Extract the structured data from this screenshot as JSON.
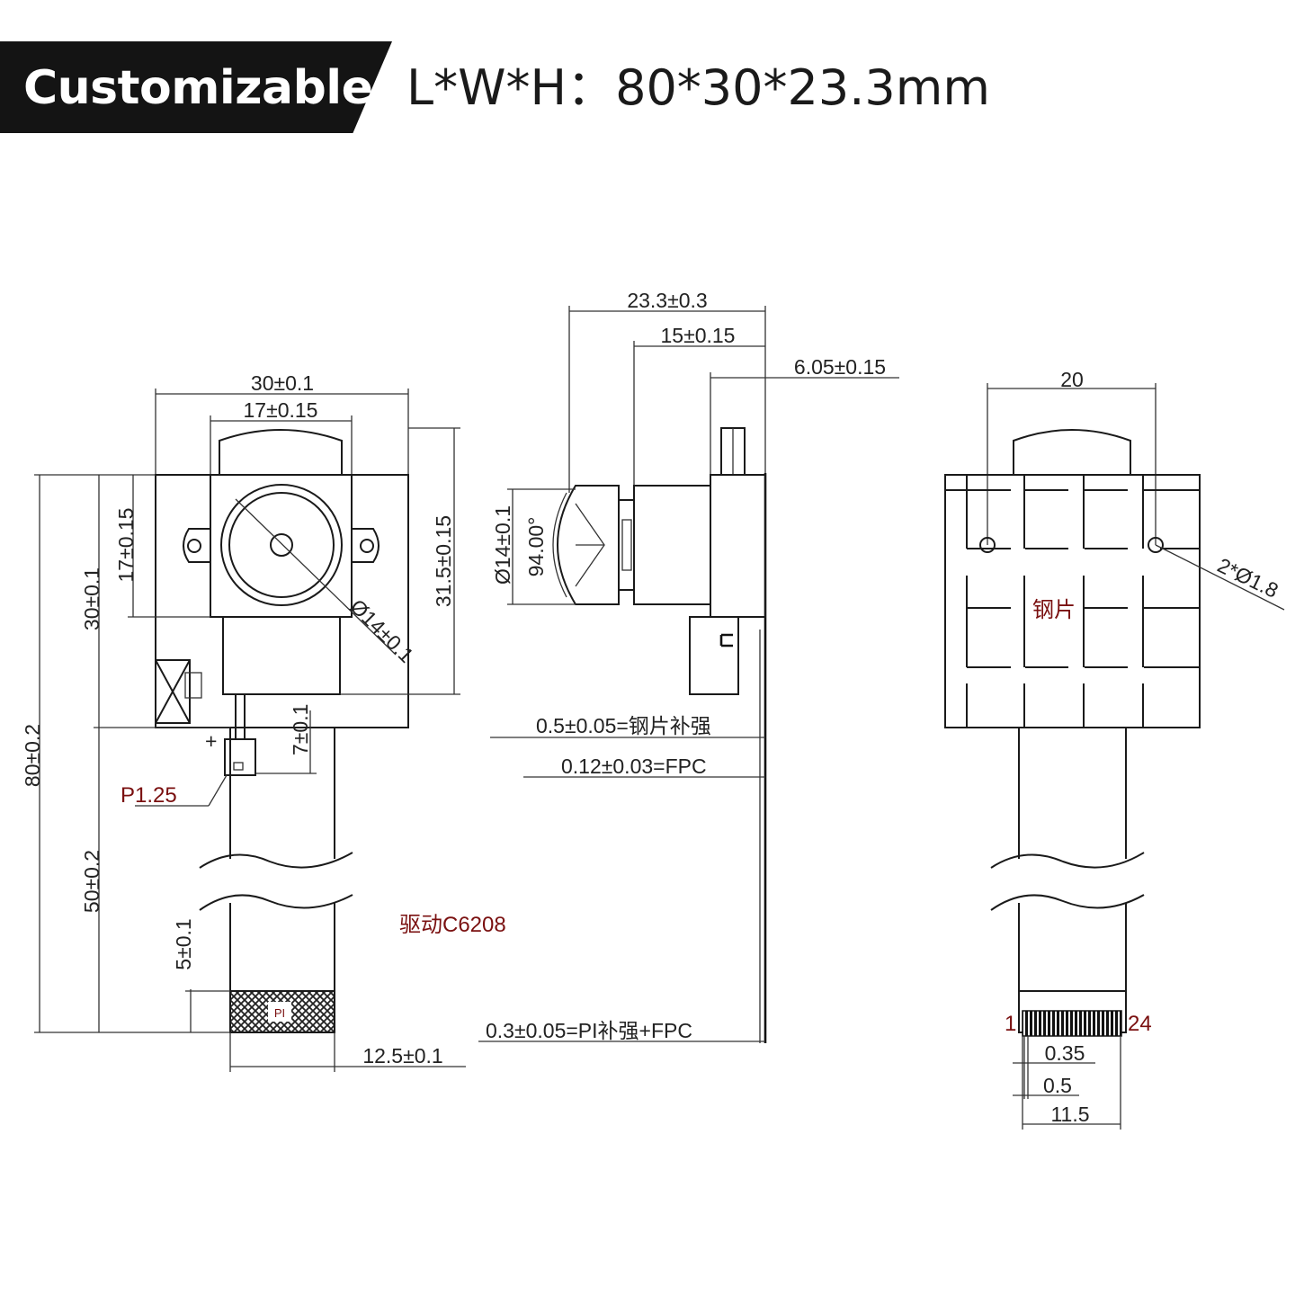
{
  "header": {
    "badge": "Customizable",
    "dimensions": "L*W*H：80*30*23.3mm"
  },
  "colors": {
    "badge_bg": "#141414",
    "line": "#1a1a1a",
    "red_label": "#7a1010"
  },
  "front_view": {
    "dim_width": "30±0.1",
    "dim_lens_width": "17±0.15",
    "dim_lens_height": "17±0.15",
    "dim_body_height": "30±0.1",
    "dim_right_height": "31.5±0.15",
    "dim_total_length": "80±0.2",
    "dim_fpc_length": "50±0.2",
    "dim_stiffener": "5±0.1",
    "dim_lens_dia": "Ø14±0.1",
    "dim_connector_offset": "7±0.1",
    "connector_label": "P1.25",
    "connector_pin_mark": "+",
    "pin_label": "PI",
    "driver_label": "驱动C6208",
    "dim_fpc_width": "12.5±0.1"
  },
  "side_view": {
    "dim_total": "23.3±0.3",
    "dim_mid": "15±0.15",
    "dim_short": "6.05±0.15",
    "dim_lens_dia": "Ø14±0.1",
    "dim_fov": "94.00°",
    "note_steel": "0.5±0.05=钢片补强",
    "note_fpc": "0.12±0.03=FPC",
    "note_pi": "0.3±0.05=PI补强+FPC"
  },
  "back_view": {
    "dim_holes": "20",
    "dim_hole_dia": "2*Ø1.8",
    "plate_label": "钢片",
    "pin_start": "1",
    "pin_end": "24",
    "dim_pitch": "0.35",
    "dim_pin_width": "0.5",
    "dim_connector_width": "11.5"
  }
}
